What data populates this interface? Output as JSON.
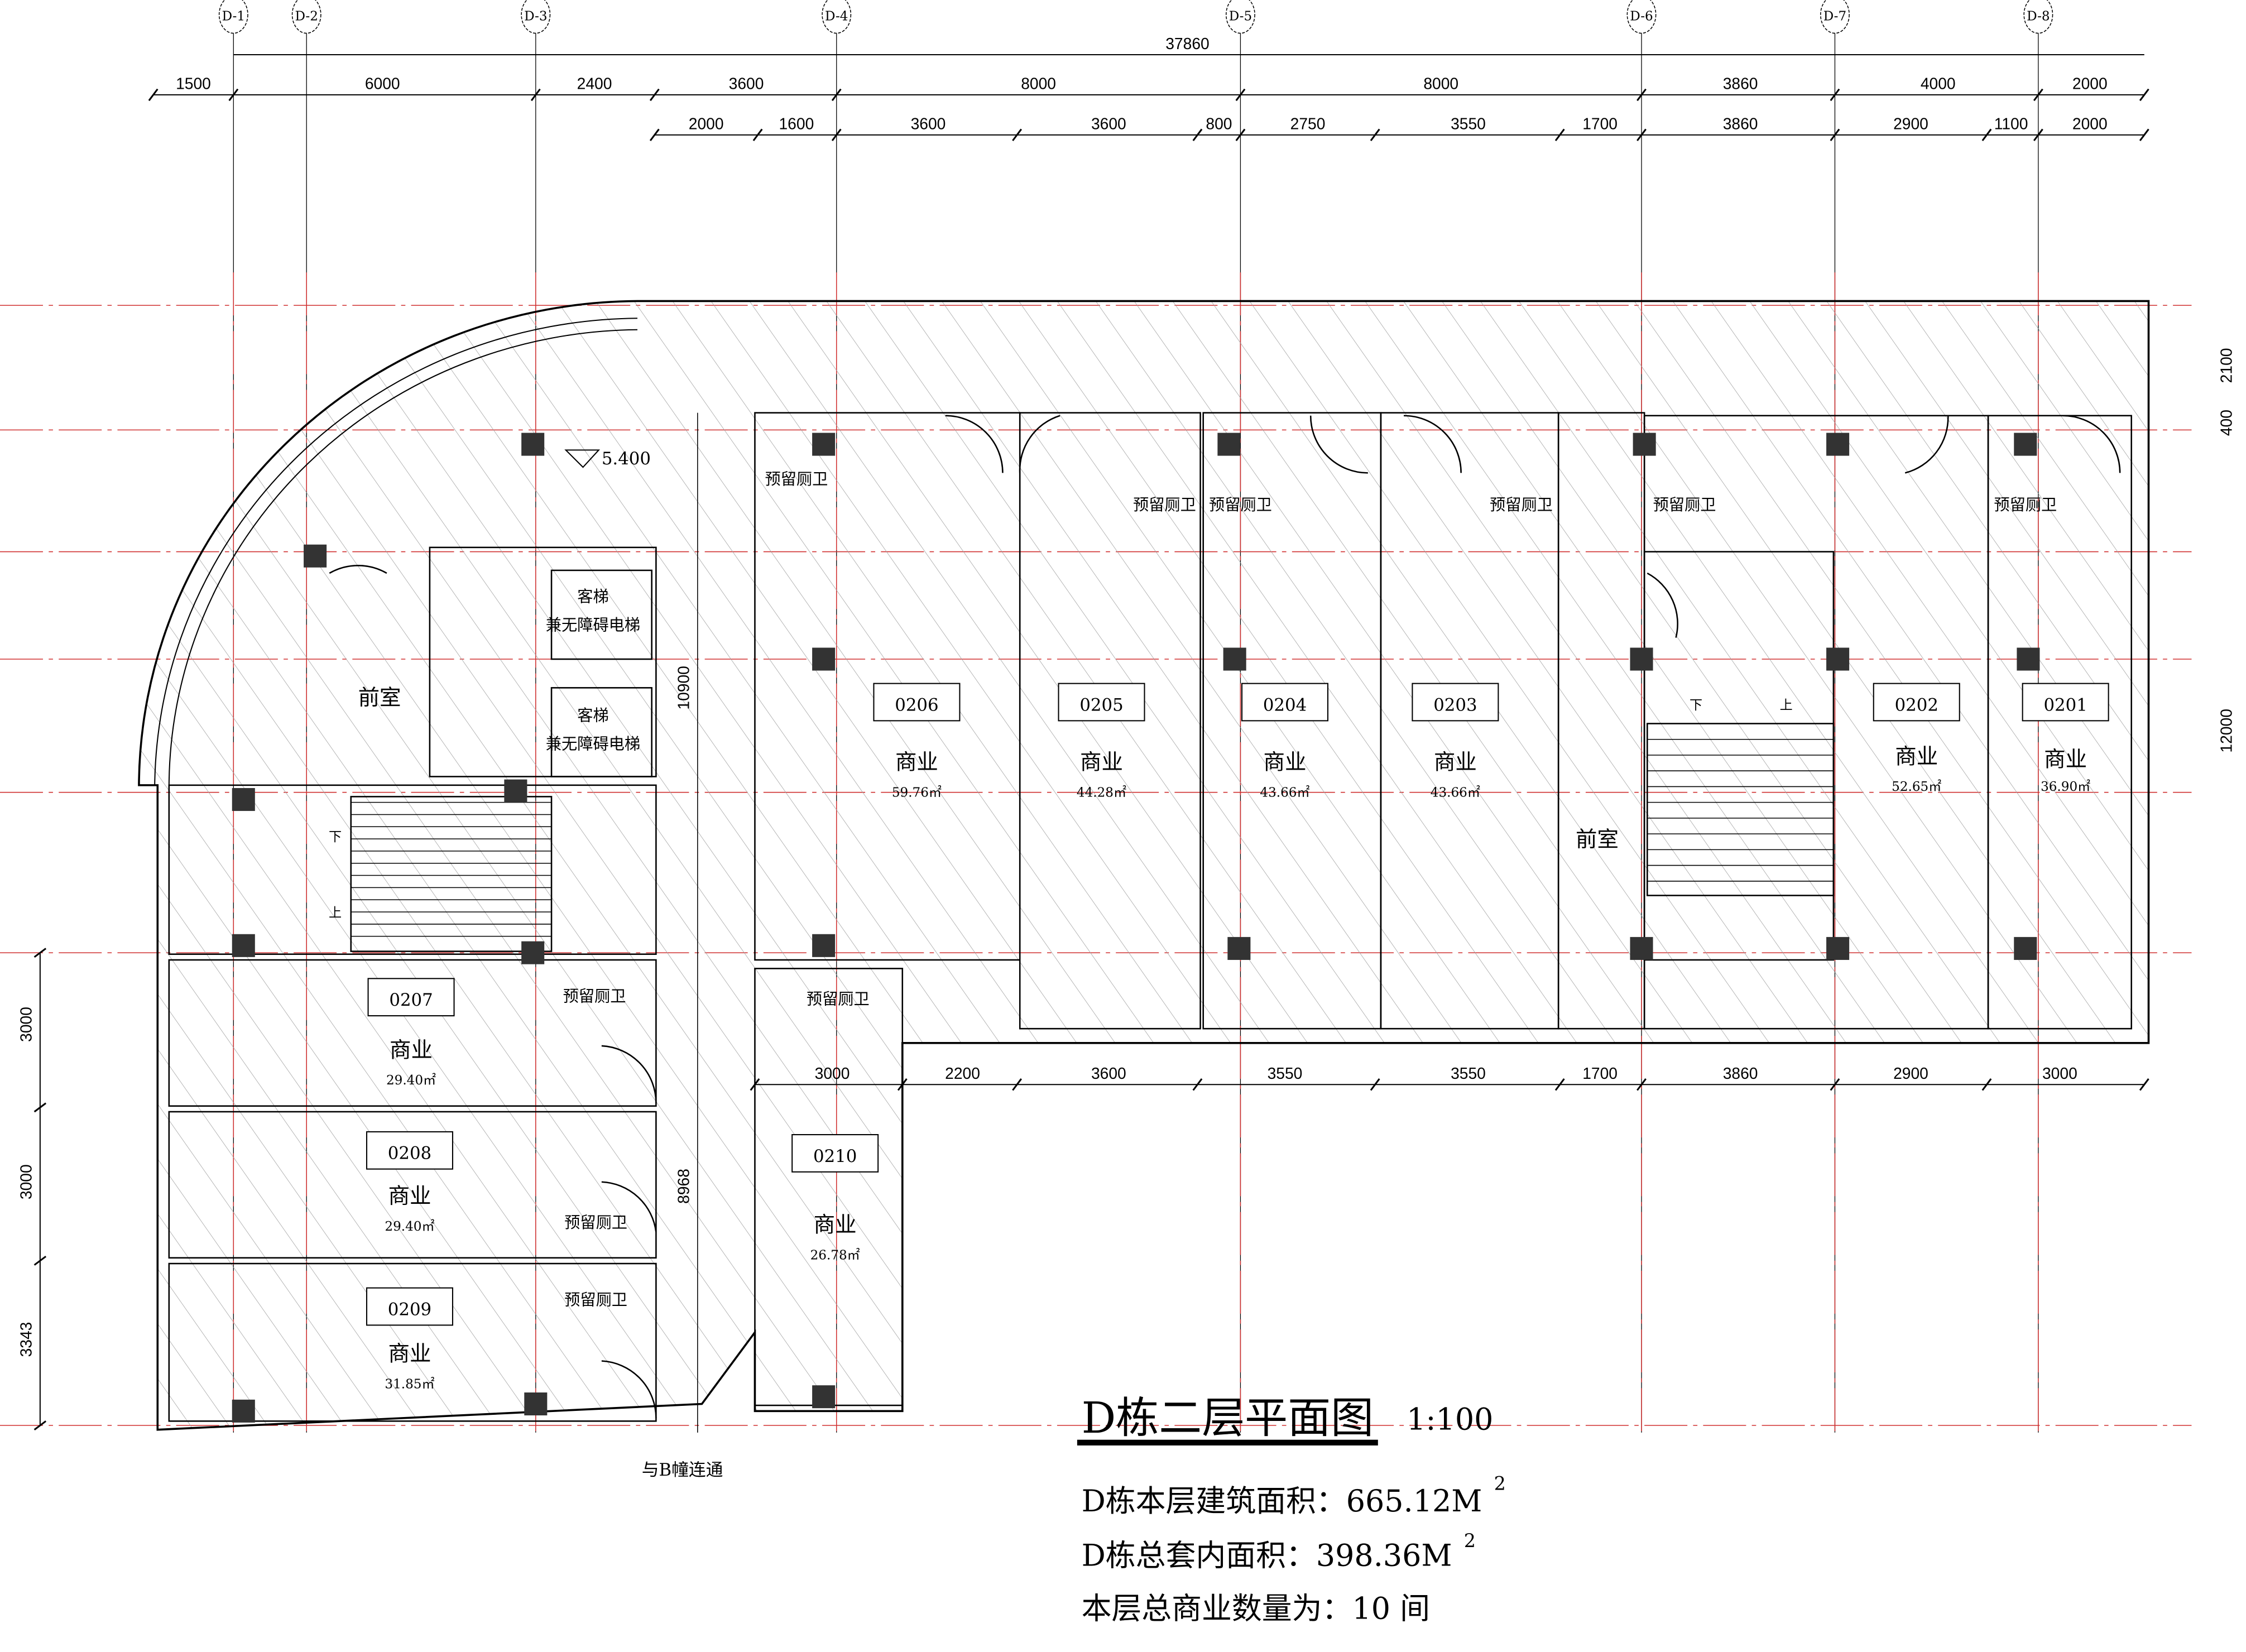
{
  "drawing": {
    "title": "D栋二层平面图",
    "scale": "1:100",
    "notes": {
      "building_area": "D栋本层建筑面积：665.12M",
      "building_area_sup": "2",
      "unit_area": "D栋总套内面积：398.36M",
      "unit_area_sup": "2",
      "shop_count": "本层总商业数量为：10 间"
    },
    "connection_label": "与B幢连通",
    "elevation": "5.400"
  },
  "axes": [
    "D-1",
    "D-2",
    "D-3",
    "D-4",
    "D-5",
    "D-6",
    "D-7",
    "D-8"
  ],
  "dimensions": {
    "total": "37860",
    "top_row1": [
      "1500",
      "6000",
      "2400",
      "3600",
      "8000",
      "8000",
      "3860",
      "4000",
      "2000"
    ],
    "top_row2": [
      "2000",
      "1600",
      "3600",
      "3600",
      "800",
      "2750",
      "3550",
      "1700",
      "3860",
      "2900",
      "1100",
      "2000"
    ],
    "bottom_row": [
      "3000",
      "2200",
      "3600",
      "3550",
      "3550",
      "1700",
      "3860",
      "2900",
      "3000"
    ],
    "left": [
      "3000",
      "3000",
      "3343"
    ],
    "right": [
      "2100",
      "400",
      "12000"
    ],
    "inner": [
      "10900",
      "8968"
    ]
  },
  "rooms": [
    {
      "id": "0206",
      "use": "商业",
      "area": "59.76㎡"
    },
    {
      "id": "0205",
      "use": "商业",
      "area": "44.28㎡"
    },
    {
      "id": "0204",
      "use": "商业",
      "area": "43.66㎡"
    },
    {
      "id": "0203",
      "use": "商业",
      "area": "43.66㎡"
    },
    {
      "id": "0202",
      "use": "商业",
      "area": "52.65㎡"
    },
    {
      "id": "0201",
      "use": "商业",
      "area": "36.90㎡"
    },
    {
      "id": "0207",
      "use": "商业",
      "area": "29.40㎡"
    },
    {
      "id": "0208",
      "use": "商业",
      "area": "29.40㎡"
    },
    {
      "id": "0209",
      "use": "商业",
      "area": "31.85㎡"
    },
    {
      "id": "0210",
      "use": "商业",
      "area": "26.78㎡"
    }
  ],
  "labels": {
    "toilet": "预留厕卫",
    "lobby": "前室",
    "elevator_line1": "客梯",
    "elevator_line2": "兼无障碍电梯",
    "stair_down": "下",
    "stair_up": "上"
  },
  "colors": {
    "axis_line": "#d03030",
    "wall": "#000000",
    "hatch": "#9a9a9a"
  }
}
